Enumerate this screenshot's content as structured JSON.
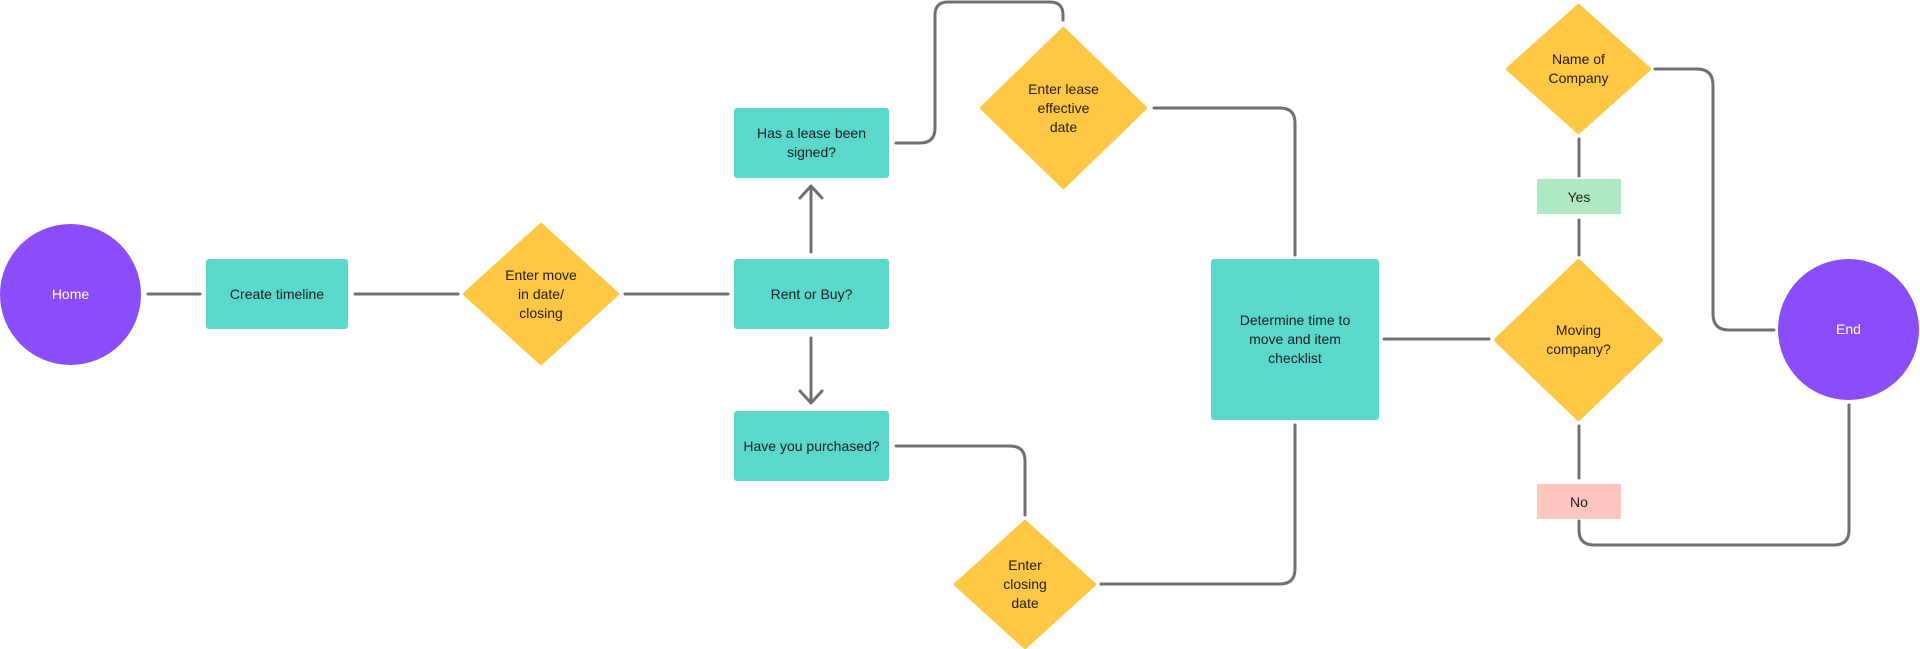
{
  "diagram": {
    "nodes": {
      "home": "Home",
      "create_timeline": "Create timeline",
      "enter_move_in": "Enter move\nin date/\nclosing",
      "rent_or_buy": "Rent or Buy?",
      "lease_signed": "Has a lease been\nsigned?",
      "lease_effective": "Enter lease\neffective\ndate",
      "have_purchased": "Have you purchased?",
      "closing_date": "Enter\nclosing\ndate",
      "determine_time": "Determine time to\nmove and item\nchecklist",
      "moving_company": "Moving\ncompany?",
      "name_company": "Name of\nCompany",
      "end": "End"
    },
    "labels": {
      "yes": "Yes",
      "no": "No"
    },
    "colors": {
      "terminal": "#8b4cfc",
      "process": "#5ad8cc",
      "decision": "#ffc743",
      "connector": "#707070",
      "yes_tag": "#aee9c3",
      "no_tag": "#ffc6c0"
    }
  }
}
